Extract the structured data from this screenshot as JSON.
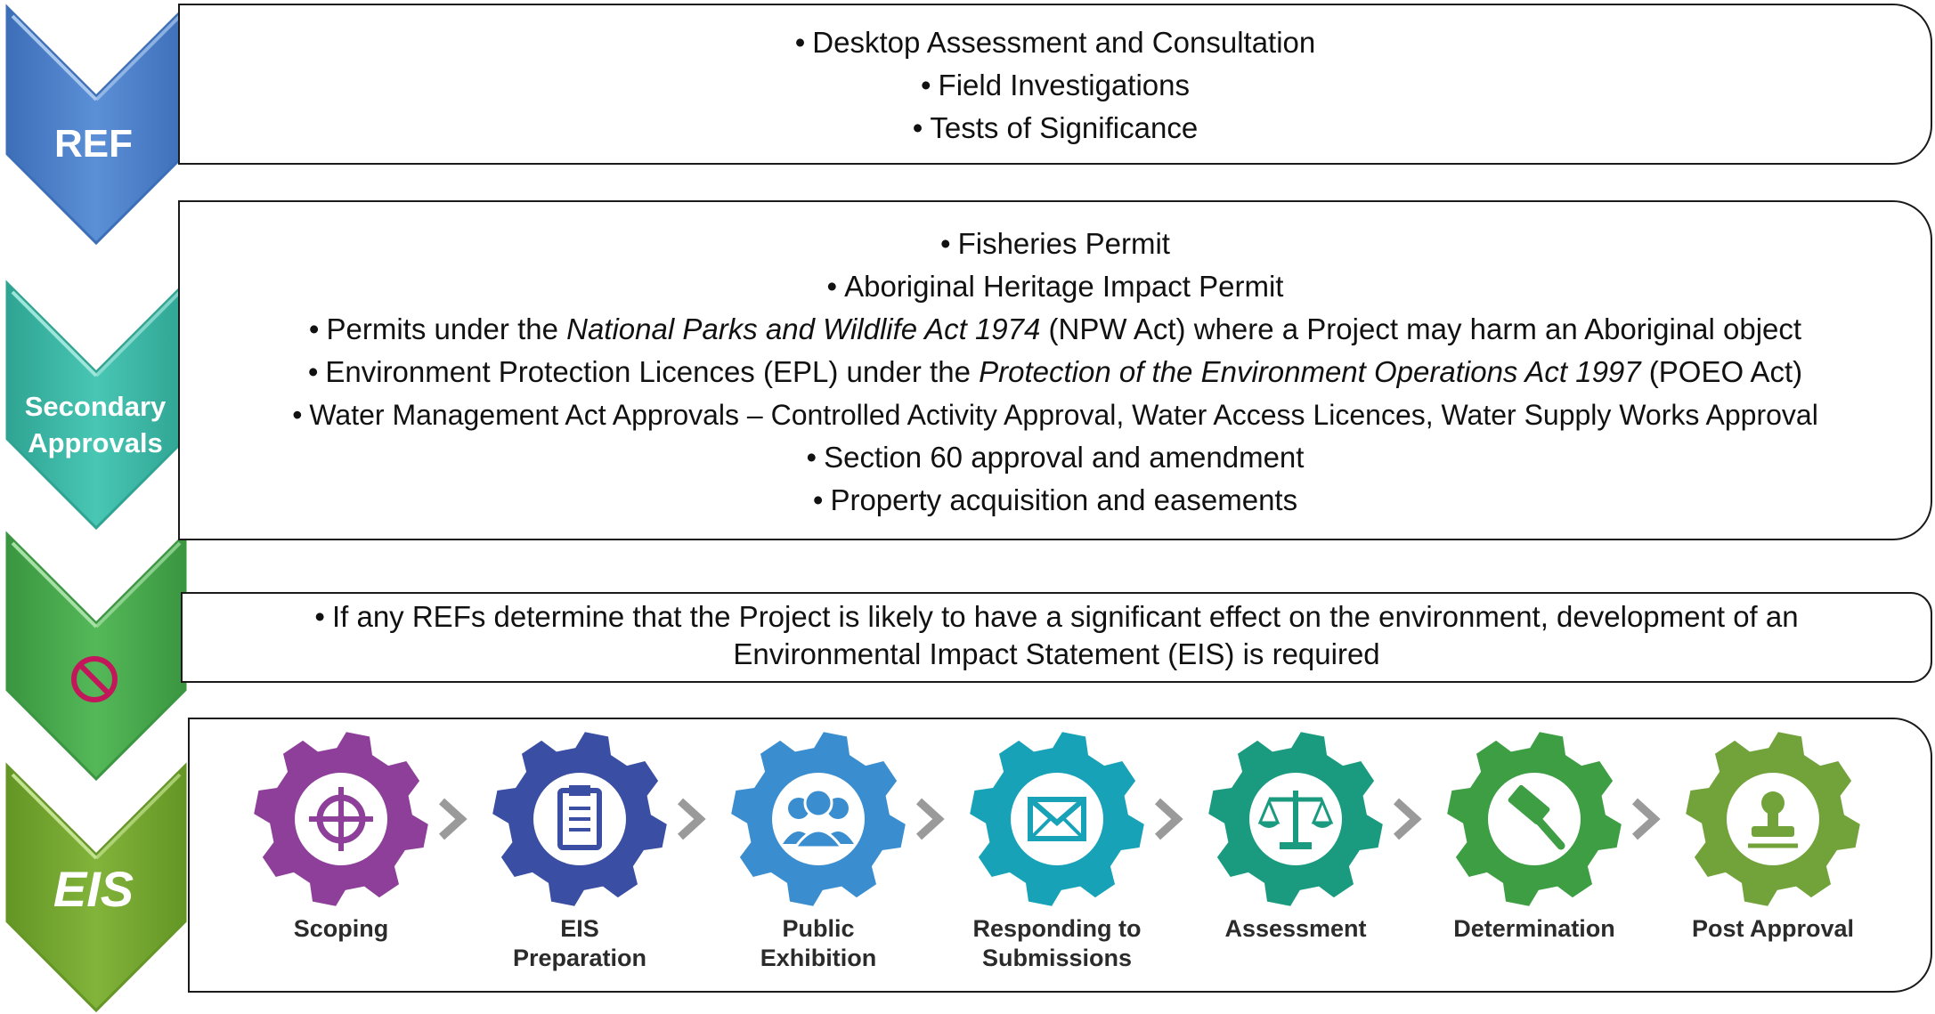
{
  "stages": [
    {
      "label": "REF",
      "color": "#5b8fd6",
      "dark": "#3d6fb8",
      "light": "#a9c7ee"
    },
    {
      "label": "Secondary Approvals",
      "color": "#49c6b4",
      "dark": "#2fa493",
      "light": "#9ee6da"
    },
    {
      "label": "",
      "icon": "no-entry-icon",
      "color": "#54b858",
      "dark": "#3a9640",
      "light": "#a6e0a6"
    },
    {
      "label": "EIS",
      "color": "#82b33a",
      "dark": "#649626",
      "light": "#c3e28f"
    }
  ],
  "ref_panel": {
    "items": [
      "Desktop Assessment and Consultation",
      "Field Investigations",
      "Tests of Significance"
    ]
  },
  "approvals_panel": {
    "items": [
      {
        "pre": "Fisheries Permit",
        "italic": "",
        "post": ""
      },
      {
        "pre": "Aboriginal Heritage Impact Permit",
        "italic": "",
        "post": ""
      },
      {
        "pre": "Permits under the ",
        "italic": "National Parks and Wildlife Act 1974",
        "post": " (NPW Act) where a Project may harm an Aboriginal object"
      },
      {
        "pre": "Environment Protection Licences (EPL) under the ",
        "italic": "Protection of the Environment Operations Act 1997",
        "post": " (POEO Act)"
      },
      {
        "pre": "Water Management Act Approvals – Controlled Activity Approval, Water Access Licences, Water Supply Works Approval",
        "italic": "",
        "post": ""
      },
      {
        "pre": "Section 60 approval and amendment",
        "italic": "",
        "post": ""
      },
      {
        "pre": "Property acquisition and easements",
        "italic": "",
        "post": ""
      }
    ]
  },
  "stop_panel": {
    "line1": "If any REFs determine that the Project is likely to have a significant effect on the environment, development of an",
    "line2": "Environmental Impact Statement (EIS) is required"
  },
  "eis_steps": [
    {
      "name_lines": [
        "Scoping"
      ],
      "icon": "target-icon",
      "color": "#8e3f9a"
    },
    {
      "name_lines": [
        "EIS",
        "Preparation"
      ],
      "icon": "clipboard-icon",
      "color": "#3a4ea3"
    },
    {
      "name_lines": [
        "Public",
        "Exhibition"
      ],
      "icon": "people-icon",
      "color": "#3a8ed0"
    },
    {
      "name_lines": [
        "Responding to",
        "Submissions"
      ],
      "icon": "envelope-icon",
      "color": "#17a2b8"
    },
    {
      "name_lines": [
        "Assessment"
      ],
      "icon": "scales-icon",
      "color": "#1a9a7e"
    },
    {
      "name_lines": [
        "Determination"
      ],
      "icon": "gavel-icon",
      "color": "#3e9e44"
    },
    {
      "name_lines": [
        "Post Approval"
      ],
      "icon": "stamp-icon",
      "color": "#72a33a"
    }
  ],
  "bullet": "•"
}
